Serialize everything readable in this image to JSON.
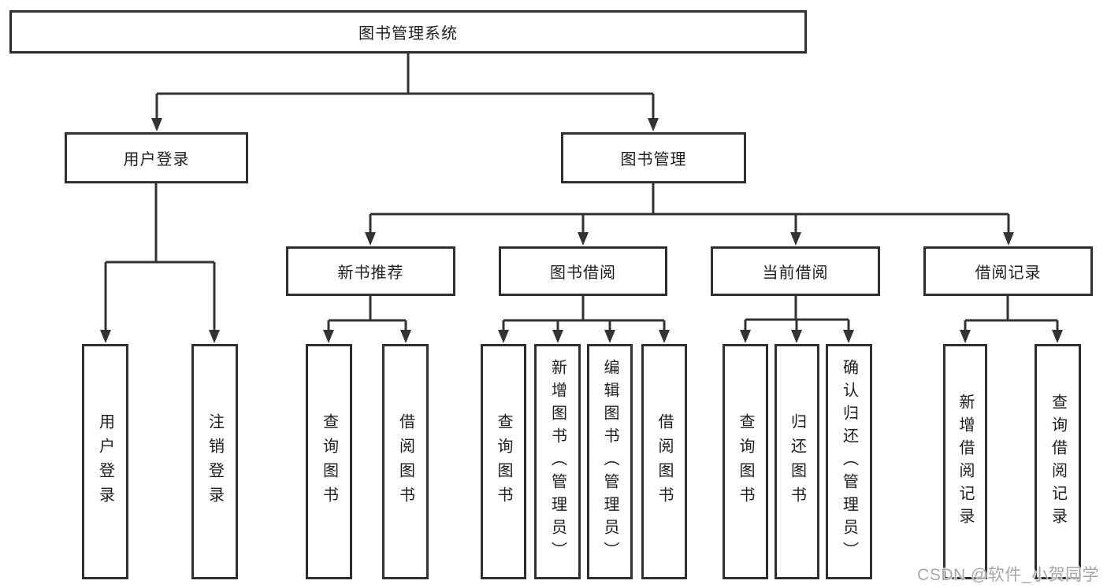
{
  "diagram": {
    "title": "图书管理系统",
    "children": [
      {
        "label": "用户登录",
        "children": [
          {
            "label": "用户登录"
          },
          {
            "label": "注销登录"
          }
        ]
      },
      {
        "label": "图书管理",
        "children": [
          {
            "label": "新书推荐",
            "children": [
              {
                "label": "查询图书"
              },
              {
                "label": "借阅图书"
              }
            ]
          },
          {
            "label": "图书借阅",
            "children": [
              {
                "label": "查询图书"
              },
              {
                "label": "新增图书（管理员）"
              },
              {
                "label": "编辑图书（管理员）"
              },
              {
                "label": "借阅图书"
              }
            ]
          },
          {
            "label": "当前借阅",
            "children": [
              {
                "label": "查询图书"
              },
              {
                "label": "归还图书"
              },
              {
                "label": "确认归还（管理员）"
              }
            ]
          },
          {
            "label": "借阅记录",
            "children": [
              {
                "label": "新增借阅记录"
              },
              {
                "label": "查询借阅记录"
              }
            ]
          }
        ]
      }
    ]
  },
  "watermark": {
    "text": "CSDN @软件_小贺同学"
  },
  "colors": {
    "line": "#333333",
    "box_border": "#2f2f2f",
    "text": "#1d1d1d",
    "watermark": "#a6a6a6",
    "background": "#ffffff"
  }
}
